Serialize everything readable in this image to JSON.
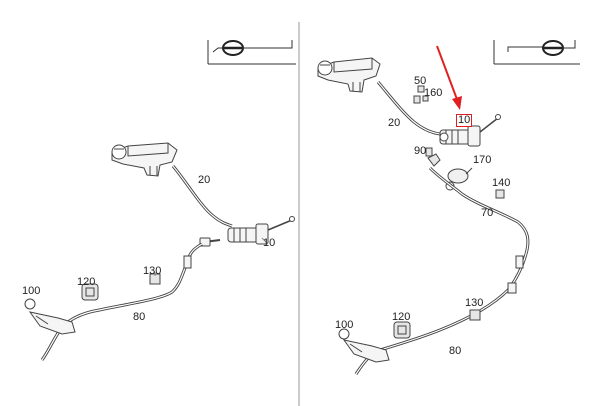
{
  "accent_color": "#e02020",
  "left_diagram": {
    "parts": [
      {
        "id": "p10",
        "label": "10"
      },
      {
        "id": "p20",
        "label": "20"
      },
      {
        "id": "p80",
        "label": "80"
      },
      {
        "id": "p100",
        "label": "100"
      },
      {
        "id": "p120",
        "label": "120"
      },
      {
        "id": "p130",
        "label": "130"
      }
    ]
  },
  "right_diagram": {
    "parts": [
      {
        "id": "p10",
        "label": "10",
        "highlighted": true
      },
      {
        "id": "p20",
        "label": "20"
      },
      {
        "id": "p50",
        "label": "50"
      },
      {
        "id": "p70",
        "label": "70"
      },
      {
        "id": "p80",
        "label": "80"
      },
      {
        "id": "p90",
        "label": "90"
      },
      {
        "id": "p100",
        "label": "100"
      },
      {
        "id": "p120",
        "label": "120"
      },
      {
        "id": "p130",
        "label": "130"
      },
      {
        "id": "p140",
        "label": "140"
      },
      {
        "id": "p160",
        "label": "160"
      },
      {
        "id": "p170",
        "label": "170"
      }
    ]
  },
  "icons": {
    "left_vehicle_badge": "steering-wheel-icon",
    "right_vehicle_badge": "steering-wheel-icon",
    "pointer": "red-arrow-icon"
  }
}
